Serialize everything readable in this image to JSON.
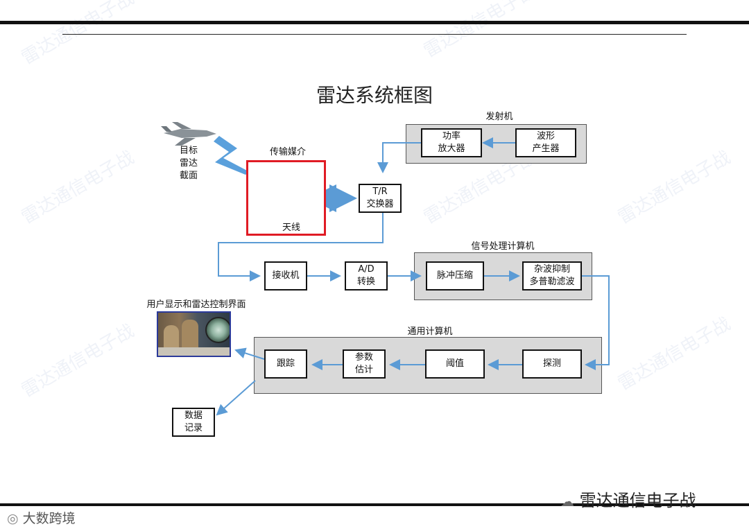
{
  "title": "雷达系统框图",
  "groups": {
    "transmitter": "发射机",
    "signal_processor": "信号处理计算机",
    "general_computer": "通用计算机"
  },
  "blocks": {
    "power_amplifier": "功率\n放大器",
    "waveform_generator": "波形\n产生器",
    "tr_switch": "T/R\n交换器",
    "receiver": "接收机",
    "ad_converter": "A/D\n转换",
    "pulse_compression": "脉冲压缩",
    "clutter_doppler": "杂波抑制\n多普勒滤波",
    "detection": "探测",
    "threshold": "阈值",
    "param_estimation": "参数\n估计",
    "tracking": "跟踪",
    "data_record": "数据\n记录"
  },
  "labels": {
    "target_rcs": "目标\n雷达\n截面",
    "medium": "传输媒介",
    "antenna": "天线",
    "display": "用户显示和雷达控制界面"
  },
  "brand": {
    "wechat": "雷达通信电子战",
    "bottom_left": "大数跨境"
  },
  "watermark": "雷达通信电子战",
  "colors": {
    "arrow": "#5b9bd5",
    "group_bg": "#d9d9d9",
    "antenna_border": "#e01b24"
  }
}
